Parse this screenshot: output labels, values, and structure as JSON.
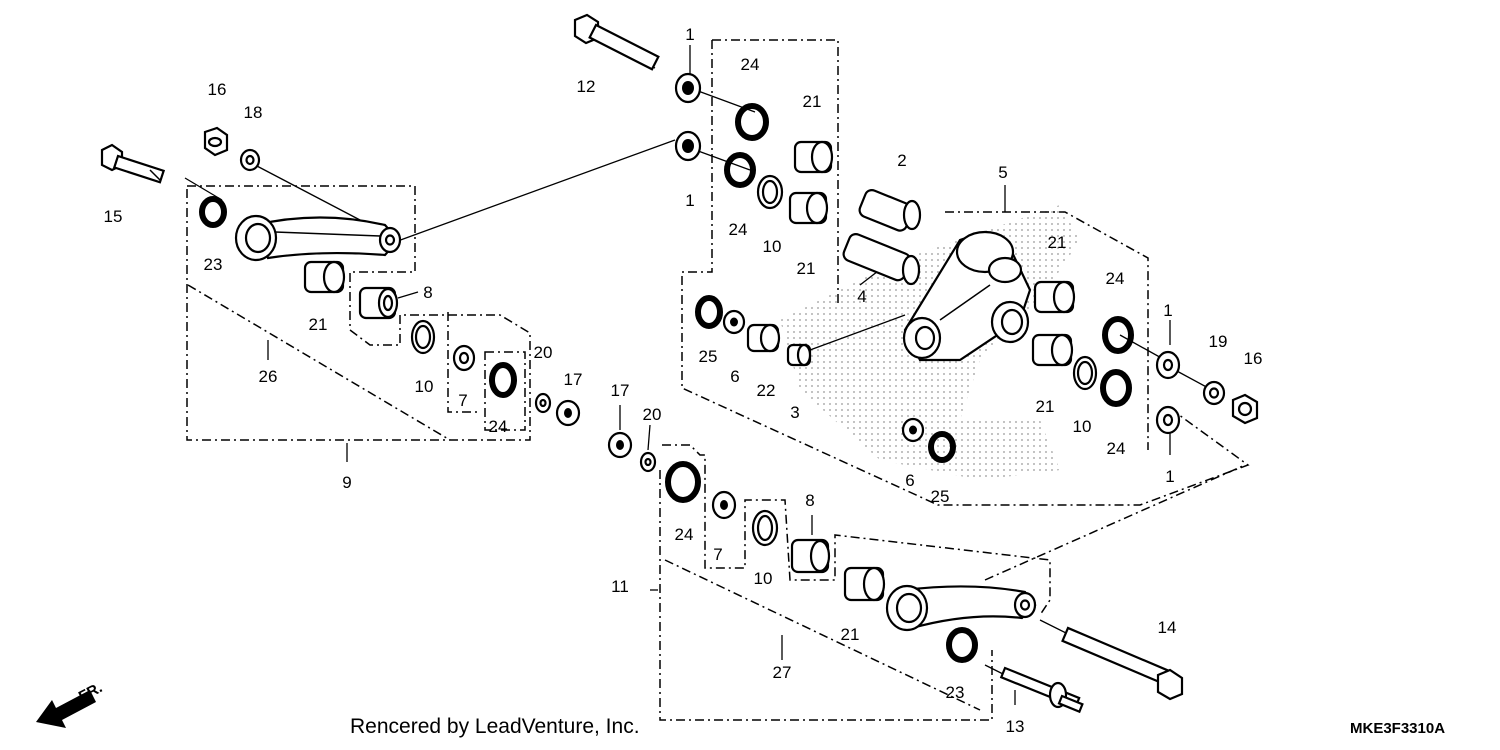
{
  "callouts": [
    "1",
    "2",
    "3",
    "4",
    "5",
    "6",
    "7",
    "8",
    "9",
    "10",
    "11",
    "12",
    "13",
    "14",
    "15",
    "16",
    "17",
    "18",
    "19",
    "20",
    "21",
    "22",
    "23",
    "24",
    "25",
    "26",
    "27"
  ],
  "footer": {
    "credit": "Rencered by LeadVenture, Inc.",
    "code": "MKE3F3310A",
    "direction": "FR."
  },
  "icons": {
    "front_arrow": "arrow-down-left-icon"
  }
}
